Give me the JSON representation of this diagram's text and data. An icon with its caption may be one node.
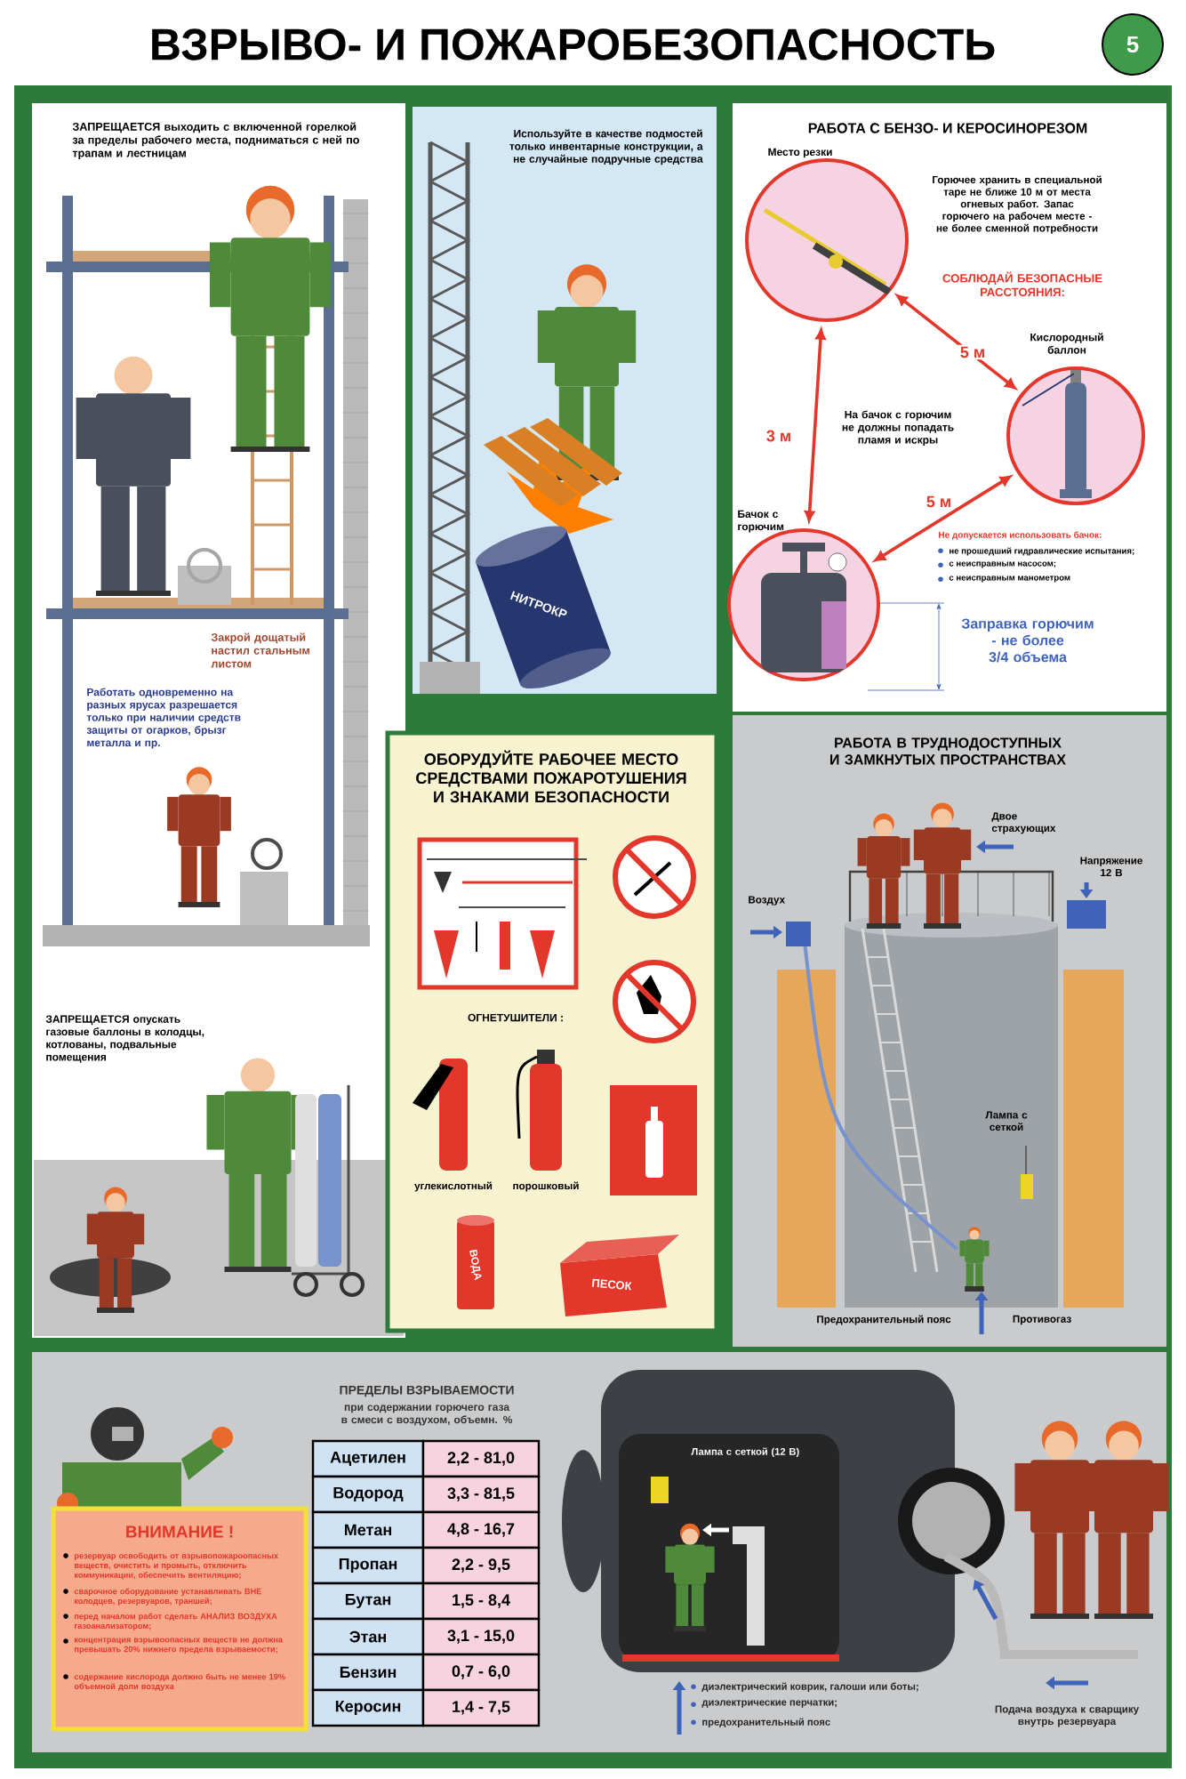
{
  "diagram": {
    "title": "ВЗРЫВО- И ПОЖАРОБЕЗОПАСНОСТЬ",
    "nodes": [
      {
        "text": [
          "5"
        ]
      },
      {
        "text": [
          "**ЗАПРЕЩАЕТСЯ** выходить с включенной горелкой за пределы рабочего места, подниматься с ней по трапам и лестницам",
          "Закрой дощатый настил стальным листом",
          "Работать одновременно на разных ярусах разрешается только при наличии средств защиты от огарков, брызг металла и пр.",
          "**ЗАПРЕЩАЕТСЯ** опускать газовые баллоны в колодцы, котлованы, подвальные помещения"
        ]
      },
      {
        "text": [
          "Используйте в качестве подмостей только инвентарные конструкции, а не случайные подручные средства"
        ]
      },
      {
        "text": [
          "РАБОТА С БЕНЗО- И КЕРОСИНОРЕЗОМ",
          "Горючее хранить в специальной таре не ближе 10 м от места огневых работ. Запас горючего на рабочем месте - не более сменной потребности",
          "СОБЛЮДАЙ БЕЗОПАСНЫЕ РАССТОЯНИЯ:",
          "На бачок с горючим не должны попадать пламя и искры",
          "Не допускается использовать бачок:",
          "не прошедший гидравлические испытания;",
          "с неисправным насосом;",
          "с неисправным манометром",
          "Заправка горючим - не более 3/4 объема"
        ]
      },
      {
        "text": [
          "Место резки"
        ],
        "in": 3
      },
      {
        "text": [
          "Кислородный баллон"
        ],
        "in": 3
      },
      {
        "text": [
          "Бачок с горючим"
        ],
        "in": 3
      },
      {
        "text": [
          "ОБОРУДУЙТЕ РАБОЧЕЕ МЕСТО СРЕДСТВАМИ ПОЖАРОТУШЕНИЯ И ЗНАКАМИ БЕЗОПАСНОСТИ",
          "ОГНЕТУШИТЕЛИ :",
          "углекислотный",
          "порошковый",
          "ВОДА",
          "ПЕСОК"
        ]
      },
      {
        "text": [
          "РАБОТА В ТРУДНОДОСТУПНЫХ И ЗАМКНУТЫХ ПРОСТРАНСТВАХ",
          "Двое страхующих",
          "Воздух",
          "Напряжение 12 В",
          "Лампа с сеткой",
          "Предохранительный пояс",
          "Противогаз"
        ]
      },
      {
        "text": [
          "ПРЕДЕЛЫ ВЗРЫВАЕМОСТИ",
          "при содержании горючего газа в смеси с воздухом, объемн. %",
          "Лампа с сеткой (12 В)",
          "диэлектрический коврик, галоши или боты;",
          "диэлектрические перчатки;",
          "предохранительный пояс",
          "Подача воздуха к сварщику внутрь резервуара"
        ]
      },
      {
        "text": [
          "ВНИМАНИЕ !",
          "резервуар освободить от взрывопожароопасных веществ, очистить и промыть, отключить коммуникации, обеспечить вентиляцию;",
          "сварочное оборудование устанавливать ВНЕ колодцев, резервуаров, траншей;",
          "перед началом работ сделать АНАЛИЗ ВОЗДУХА газоанализатором;",
          "концентрация взрывоопасных веществ не должна превышать 20% нижнего предела взрываемости;",
          "содержание кислорода должно быть не менее 19% объемной доли воздуха"
        ],
        "in": 9
      }
    ],
    "edges": [
      {
        "from": 4,
        "to": 5,
        "arrow": "both",
        "label": "5 м"
      },
      {
        "from": 4,
        "to": 6,
        "arrow": "both",
        "label": "3 м"
      },
      {
        "from": 6,
        "to": 5,
        "arrow": "both",
        "label": "5 м"
      }
    ],
    "labels": [
      "НИТРОКР",
      "Ацетилен",
      "2,2 - 81,0",
      "Водород",
      "3,3 - 81,5",
      "Метан",
      "4,8 - 16,7",
      "Пропан",
      "2,2 - 9,5",
      "Бутан",
      "1,5 - 8,4",
      "Этан",
      "3,1 - 15,0",
      "Бензин",
      "0,7 - 6,0",
      "Керосин",
      "1,4 - 7,5"
    ]
  }
}
